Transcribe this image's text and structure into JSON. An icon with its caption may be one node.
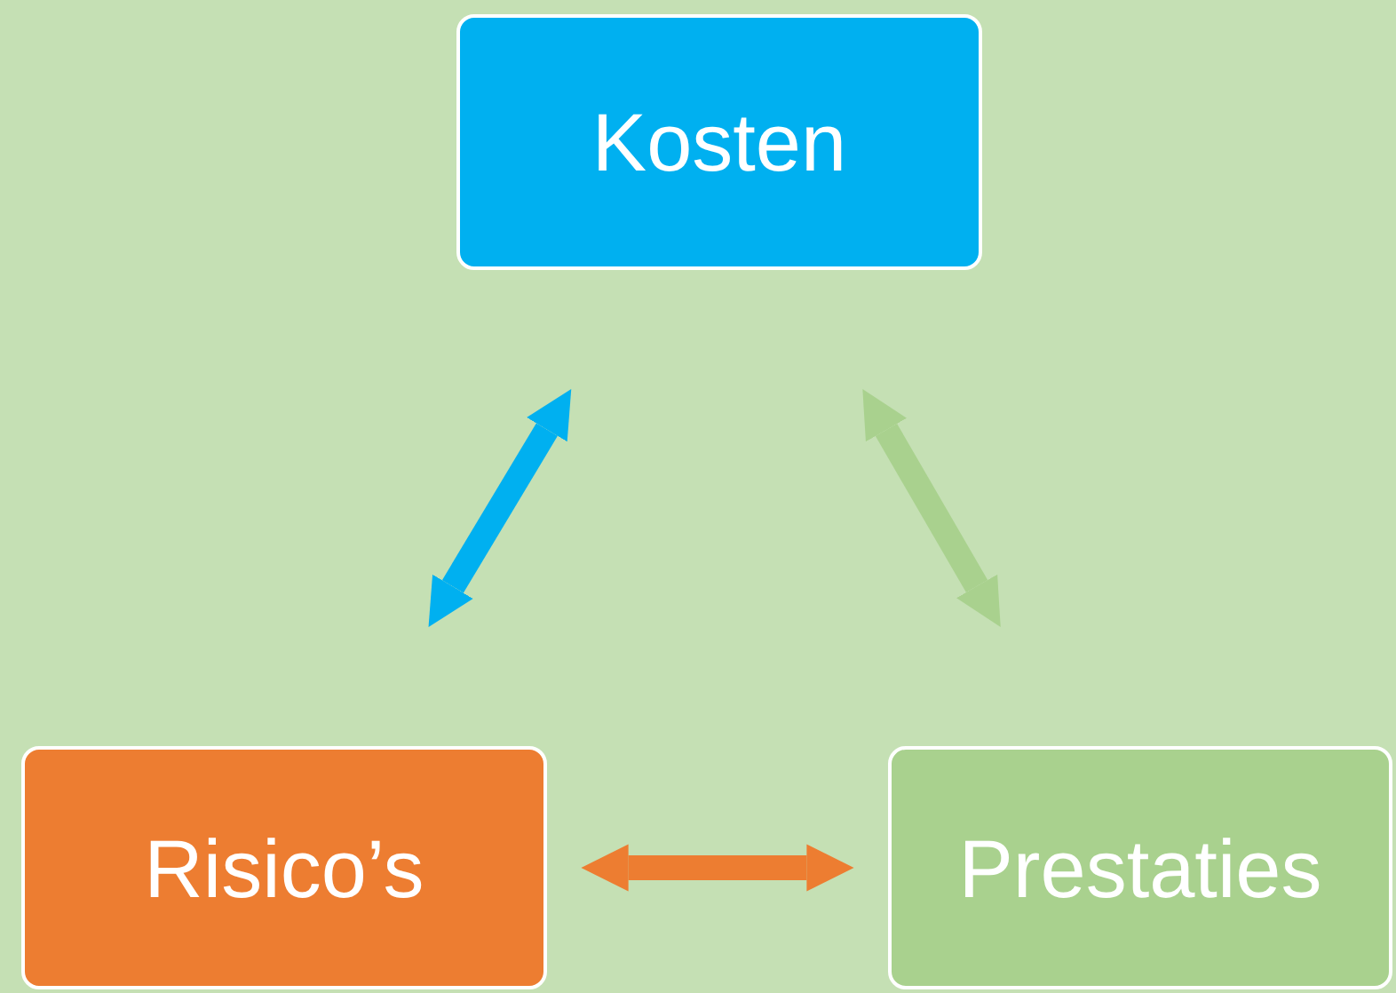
{
  "diagram": {
    "nodes": [
      {
        "text": [
          "Kosten"
        ]
      },
      {
        "text": [
          "Risico’s"
        ]
      },
      {
        "text": [
          "Prestaties"
        ]
      }
    ],
    "edges": [
      {
        "from": 0,
        "to": 1,
        "arrow": "both",
        "color": "#00b0f0"
      },
      {
        "from": 0,
        "to": 2,
        "arrow": "both",
        "color": "#a9d18e"
      },
      {
        "from": 1,
        "to": 2,
        "arrow": "both",
        "color": "#ed7d31"
      }
    ]
  }
}
